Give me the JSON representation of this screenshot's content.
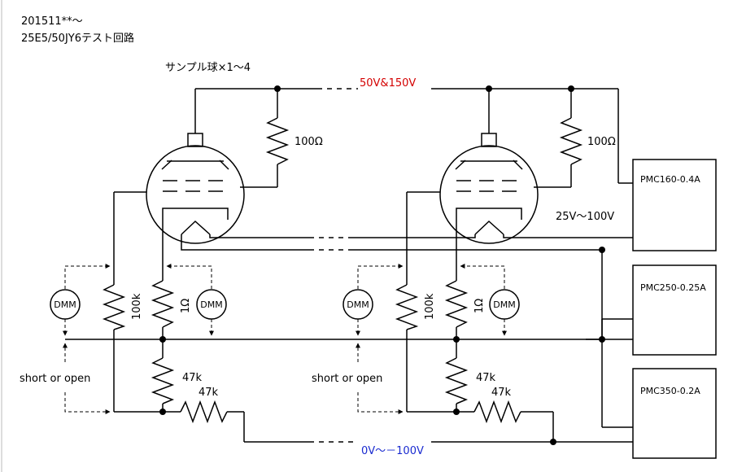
{
  "header": {
    "line1": "201511**～",
    "line2": "25E5/50JY6テスト回路"
  },
  "labels": {
    "sample": "サンプル球×1～4",
    "top_rail": "50V&150V",
    "bottom_rail": "0V～－100V",
    "heater": "25V～100V",
    "r_plate": "100Ω",
    "r_100k": "100k",
    "r_1ohm": "1Ω",
    "r_47k": "47k",
    "dmm": "DMM",
    "short_open": "short or open"
  },
  "supplies": {
    "psu1": "PMC160-0.4A",
    "psu2": "PMC250-0.25A",
    "psu3": "PMC350-0.2A"
  },
  "colors": {
    "top_rail": "#d40000",
    "bottom_rail": "#1a2bd0",
    "wire": "#000000"
  }
}
